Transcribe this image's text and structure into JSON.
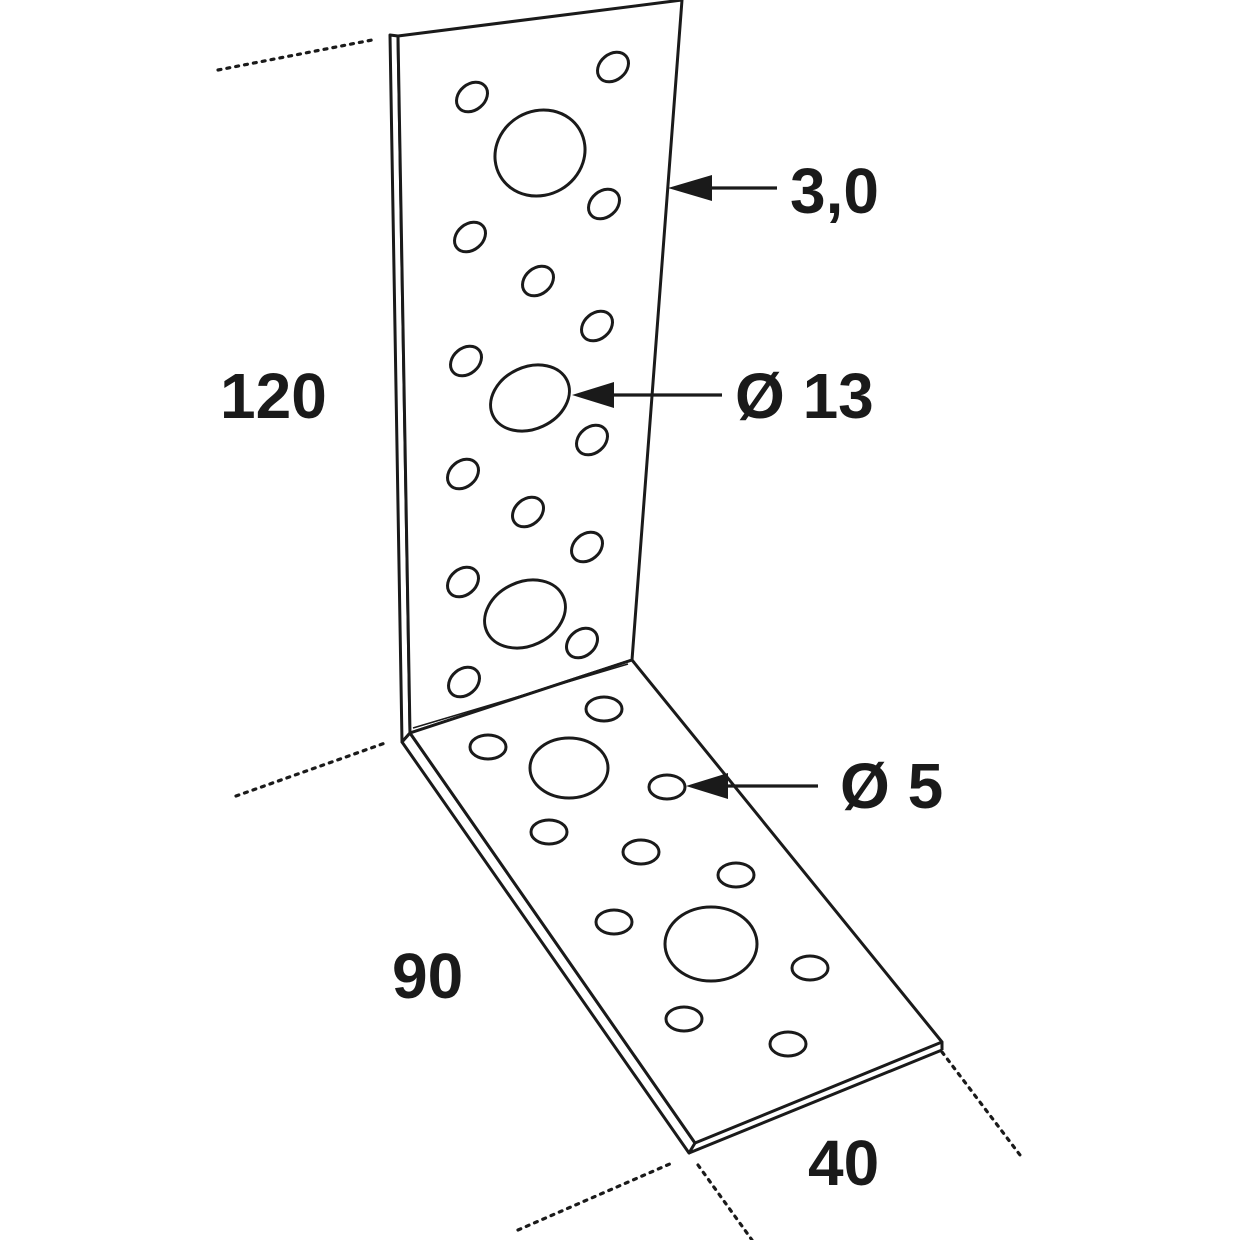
{
  "diagram": {
    "subject": "angle bracket",
    "colors": {
      "line": "#1a1a1a",
      "plate": "#ffffff",
      "background": "#ffffff"
    },
    "dimensions": {
      "thickness": "3,0",
      "large_hole": "Ø 13",
      "small_hole": "Ø 5",
      "vertical_leg": "120",
      "horizontal_leg": "90",
      "width": "40"
    }
  }
}
